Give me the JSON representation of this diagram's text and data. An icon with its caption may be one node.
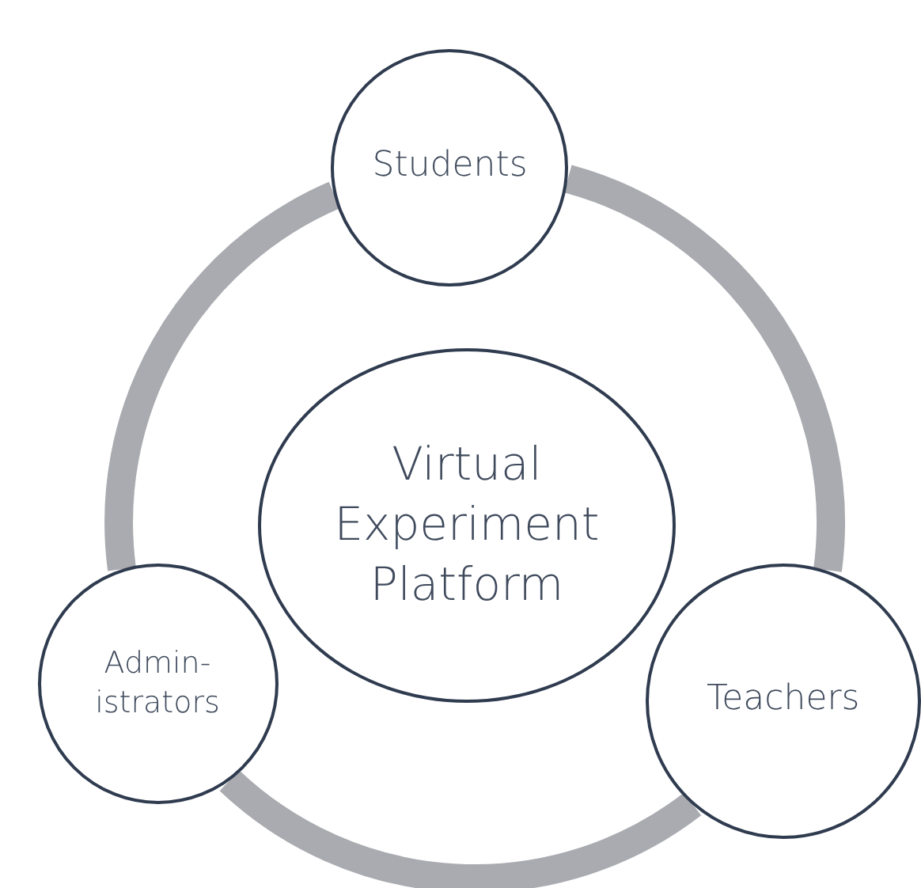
{
  "diagram": {
    "nodes": [
      {
        "text": [
          "Students"
        ]
      },
      {
        "text": [
          "Virtual Experiment Platform"
        ]
      },
      {
        "text": [
          "Admin- istrators"
        ]
      },
      {
        "text": [
          "Teachers"
        ]
      }
    ],
    "edges": [
      {
        "from": 0,
        "to": 3,
        "arrow": "none"
      },
      {
        "from": 3,
        "to": 2,
        "arrow": "none"
      },
      {
        "from": 2,
        "to": 0,
        "arrow": "none"
      }
    ]
  }
}
